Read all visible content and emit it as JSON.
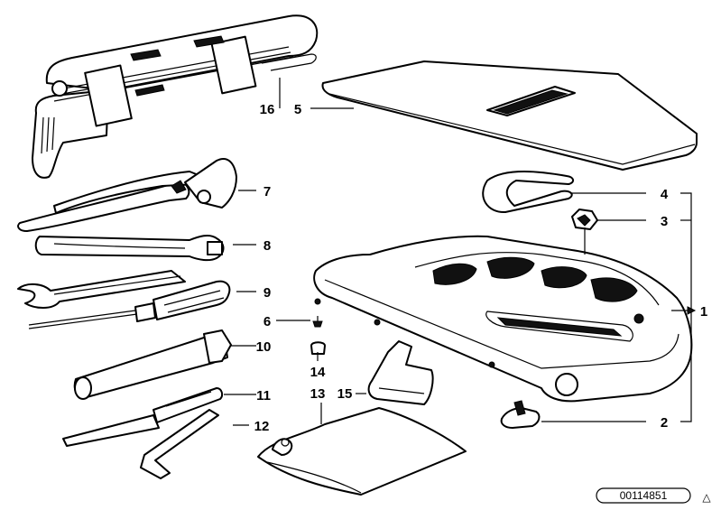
{
  "callouts": {
    "c1": "1",
    "c2": "2",
    "c3": "3",
    "c4": "4",
    "c5": "5",
    "c6": "6",
    "c7": "7",
    "c8": "8",
    "c9": "9",
    "c10": "10",
    "c11": "11",
    "c12": "12",
    "c13": "13",
    "c14": "14",
    "c15": "15",
    "c16": "16"
  },
  "document_number": "00114851",
  "warning_symbol": "△"
}
